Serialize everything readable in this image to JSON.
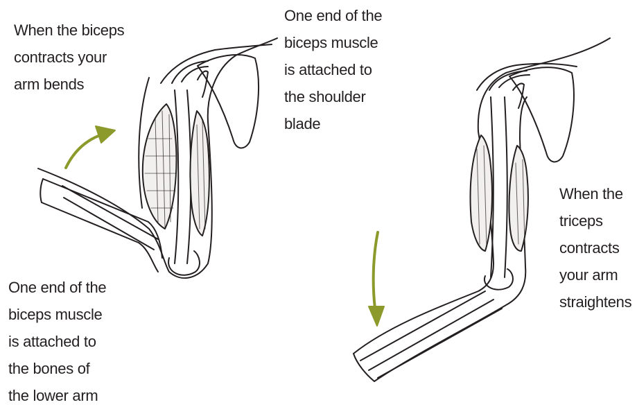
{
  "labels": {
    "biceps_bends": "When the biceps\ncontracts your\narm bends",
    "shoulder_attachment": "One end of the\nbiceps muscle\nis attached to\nthe shoulder\nblade",
    "lower_arm_attachment": "One end of the\nbiceps muscle\nis attached to\nthe bones of\nthe lower arm",
    "triceps_straightens": "When the\ntriceps\ncontracts\nyour arm\nstraightens"
  },
  "colors": {
    "arrow": "#8c9a2c",
    "outline": "#231f20",
    "text": "#231f20"
  }
}
